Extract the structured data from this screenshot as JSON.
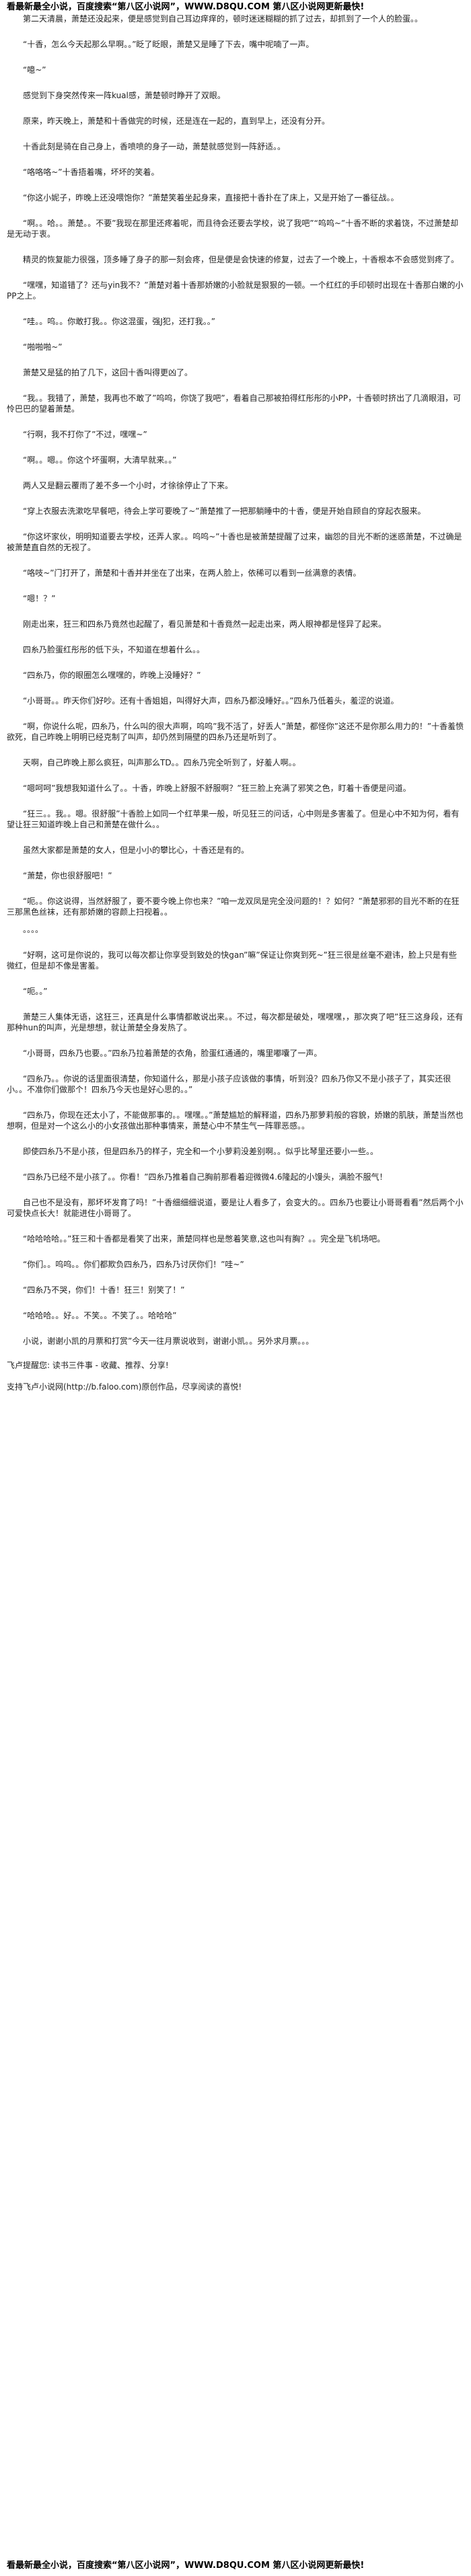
{
  "banner_top": "看最新最全小说，百度搜索“第八区小说网”，WWW.D8QU.COM 第八区小说网更新最快!",
  "banner_bottom": "看最新最全小说，百度搜索“第八区小说网”，WWW.D8QU.COM 第八区小说网更新最快!",
  "paragraphs": [
    {
      "text": "　　第二天清晨，萧楚还没起来，便是感觉到自己耳边痒痒的，顿时迷迷糊糊的抓了过去，却抓到了一个人的脸蛋。。",
      "space": "none"
    },
    {
      "text": "　　“十香，怎么今天起那么早啊。。”眨了眨眼，萧楚又是睡了下去，嘴中呢喃了一声。",
      "space": "gap"
    },
    {
      "text": "　　“噫~”",
      "space": "gap"
    },
    {
      "text": "　　感觉到下身突然传来一阵kual感，萧楚顿时睁开了双眼。",
      "space": "gap"
    },
    {
      "text": "　　原来，昨天晚上，萧楚和十香做完的时候，还是连在一起的，直到早上，还没有分开。",
      "space": "gap"
    },
    {
      "text": "　　十香此刻是骑在自己身上，香喷喷的身子一动，萧楚就感觉到一阵舒适。。",
      "space": "gap"
    },
    {
      "text": "　　“咯咯咯~”十香捂着嘴，坏坏的笑着。",
      "space": "gap"
    },
    {
      "text": "　　“你这小妮子，昨晚上还没喂饱你？”萧楚笑着坐起身来，直接把十香扑在了床上，又是开始了一番征战。。",
      "space": "gap"
    },
    {
      "text": "　　“啊。。哈。。萧楚。。不要”我现在那里还疼着呢，而且待会还要去学校，说了我吧”“呜呜~”十香不断的求着饶，不过萧楚却是无动于衷。",
      "space": "gap"
    },
    {
      "text": "　　精灵的恢复能力很强，顶多睡了身子的那一刻会疼，但是便是会快速的修复，过去了一个晚上，十香根本不会感觉到疼了。",
      "space": "gap"
    },
    {
      "text": "　　“嘿嘿，知道错了？还与yin我不？”萧楚对着十香那娇嫩的小脸就是狠狠的一顿。一个红红的手印顿时出现在十香那白嫩的小PP之上。",
      "space": "gap"
    },
    {
      "text": "　　“哇。。呜。。你敢打我。。你这混蛋，强J犯，还打我。。”",
      "space": "gap"
    },
    {
      "text": "　　“啪啪啪~”",
      "space": "gap"
    },
    {
      "text": "　　萧楚又是猛的拍了几下，这回十香叫得更凶了。",
      "space": "gap"
    },
    {
      "text": "　　“我。。我错了，萧楚，我再也不敢了”呜呜，你饶了我吧”，看着自己那被拍得红彤彤的小PP，十香顿时挤出了几滴眼泪，可怜巴巴的望着萧楚。",
      "space": "gap"
    },
    {
      "text": "　　“行啊，我不打你了”不过，嘿嘿~”",
      "space": "gap"
    },
    {
      "text": "　　“啊。。嗯。。你这个坏蛋啊，大清早就来。。”",
      "space": "gap"
    },
    {
      "text": "　　两人又是翻云覆雨了差不多一个小时，才徐徐停止了下来。",
      "space": "gap"
    },
    {
      "text": "　　“穿上衣服去洗漱吃早餐吧，待会上学可要晚了~”萧楚推了一把那躺睡中的十香，便是开始自顾自的穿起衣服来。",
      "space": "gap"
    },
    {
      "text": "　　“你这坏家伙，明明知道要去学校，还弄人家。。呜呜~”十香也是被萧楚提醒了过来，幽怨的目光不断的迷惑萧楚，不过确是被萧楚直自然的无视了。",
      "space": "gap"
    },
    {
      "text": "　　“咯吱~”门打开了，萧楚和十香并并坐在了出来，在两人脸上，依稀可以看到一丝满意的表情。",
      "space": "gap"
    },
    {
      "text": "　　“嗯！？”",
      "space": "gap"
    },
    {
      "text": "　　刚走出来，狂三和四糸乃竟然也起醒了，看见萧楚和十香竟然一起走出来，两人眼神都是怪异了起来。",
      "space": "gap"
    },
    {
      "text": "　　四糸乃脸蛋红彤彤的低下头，不知道在想着什么。。",
      "space": "gap"
    },
    {
      "text": "　　“四糸乃，你的眼圈怎么嘿嘿的，昨晚上没睡好？”",
      "space": "gap"
    },
    {
      "text": "　　“小哥哥。。昨天你们好吵。还有十香姐姐，叫得好大声，四糸乃都没睡好。。”四糸乃低着头，羞涩的说道。",
      "space": "gap"
    },
    {
      "text": "　　“啊，你说什么呢，四糸乃，什么叫的很大声啊，呜呜”我不活了，好丢人”萧楚，都怪你”这还不是你那么用力的！”十香羞愤欲死，自己昨晚上明明已经克制了叫声，却仍然到隔壁的四糸乃还是听到了。",
      "space": "gap"
    },
    {
      "text": "　　天啊，自己昨晚上那么疯狂，叫声那么TD。。四糸乃完全听到了，好羞人啊。。",
      "space": "gap"
    },
    {
      "text": "　　“嗯呵呵”我想我知道什么了。。十香，昨晚上舒服不舒服啊？”狂三脸上充满了邪笑之色，盯着十香便是问道。",
      "space": "gap"
    },
    {
      "text": "　　“狂三。。我。。嗯。很舒服”十香脸上如同一个红苹果一般，听见狂三的问话，心中则是多害羞了。但是心中不知为何，看有望让狂三知道昨晚上自己和萧楚在做什么。。",
      "space": "gap"
    },
    {
      "text": "　　虽然大家都是萧楚的女人，但是小小的攀比心，十香还是有的。",
      "space": "gap"
    },
    {
      "text": "　　“萧楚，你也很舒服吧！”",
      "space": "gap"
    },
    {
      "text": "　　“呃。。你这说得，当然舒服了，要不要今晚上你也来？”咱一龙双凤是完全没问题的！？如何？”萧楚邪邪的目光不断的在狂三那黑色丝袜，还有那娇嫩的容颜上扫视着。。",
      "space": "gap"
    },
    {
      "text": "　　。。。。",
      "space": "gap-sm"
    },
    {
      "text": "　　“好啊，这可是你说的，我可以每次都让你享受到致处的快gan”嘛”保证让你爽到死~”狂三很是丝毫不避讳，脸上只是有些微红，但是却不像是害羞。",
      "space": "gap"
    },
    {
      "text": "　　“呃。。”",
      "space": "gap"
    },
    {
      "text": "　　萧楚三人集体无语，这狂三，还真是什么事情都敢说出来。。不过，每次都是破处，嘿嘿嘿，，那次爽了吧”狂三这身段，还有那种hun的叫声，光是想想，就让萧楚全身发热了。",
      "space": "gap"
    },
    {
      "text": "　　“小哥哥，四糸乃也要。。”四糸乃拉着萧楚的衣角，脸蛋红通通的，嘴里嘟囔了一声。",
      "space": "gap"
    },
    {
      "text": "　　“四糸乃。。你说的话里面很清楚，你知道什么，那是小孩子应该做的事情，听到没？四糸乃你又不是小孩子了，其实还很小。。不准你们做那个！四糸乃今天也是好心思的。。”",
      "space": "gap"
    },
    {
      "text": "　　“四糸乃，你现在还太小了，不能做那事的。。嘿嘿。。”萧楚尴尬的解释道，四糸乃那萝莉般的容貌，娇嫩的肌肤，萧楚当然也想啊，但是对一个这么小的小女孩做出那种事情来，萧楚心中不禁生气一阵罪恶感。。",
      "space": "gap"
    },
    {
      "text": "　　即使四糸乃不是小孩，但是四糸乃的样子，完全和一个小萝莉没差别啊。。似乎比琴里还要小一些。。",
      "space": "gap"
    },
    {
      "text": "　　“四糸乃已经不是小孩了。。你看！”四糸乃推着自己胸前那看着迎微微4.6隆起的小馒头，满脸不服气！",
      "space": "gap"
    },
    {
      "text": "　　自己也不是没有，那坏坏发育了吗！”十香细细细说道，要是让人看多了，会变大的。。四糸乃也要让小哥哥看看”然后两个小可爱快点长大！就能进住小哥哥了。",
      "space": "gap"
    },
    {
      "text": "　　“哈哈哈哈。。”狂三和十香都是看笑了出来，萧楚同样也是憋着笑意,这也叫有胸？。。完全是飞机场吧。",
      "space": "gap"
    },
    {
      "text": "　　“你们。。呜呜。。你们都欺负四糸乃，四糸乃讨厌你们！”哇~”",
      "space": "gap"
    },
    {
      "text": "　　“四糸乃不哭，你们！十香！狂三！别笑了！”",
      "space": "gap"
    },
    {
      "text": "　　“哈哈哈。。好。。不笑。。不笑了。。哈哈哈”",
      "space": "gap"
    },
    {
      "text": "　　小说，谢谢小凯的月票和打赏”今天一往月票说收到，谢谢小凯。。另外求月票。。。",
      "space": "gap"
    }
  ],
  "footer_lines": [
    "飞卢提醒您: 读书三件事 - 收藏、推荐、分享!",
    "支持飞卢小说网(http://b.faloo.com)原创作品，尽享阅读的喜悦!"
  ]
}
